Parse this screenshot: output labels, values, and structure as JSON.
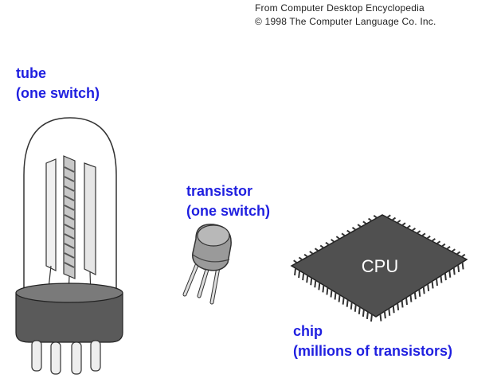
{
  "credit": {
    "line1": "From Computer Desktop Encyclopedia",
    "line2": "© 1998 The Computer Language Co. Inc."
  },
  "labels": {
    "tube": {
      "name": "tube",
      "detail": "(one switch)"
    },
    "transistor": {
      "name": "transistor",
      "detail": "(one switch)"
    },
    "chip": {
      "name": "chip",
      "detail": "(millions of transistors)",
      "marking": "CPU"
    }
  },
  "colors": {
    "label_text": "#1f1fe0",
    "chip_body": "#505050",
    "tube_base": "#5a5a5a",
    "outline": "#333333"
  },
  "icons": [
    "vacuum-tube-icon",
    "transistor-icon",
    "cpu-chip-icon"
  ]
}
